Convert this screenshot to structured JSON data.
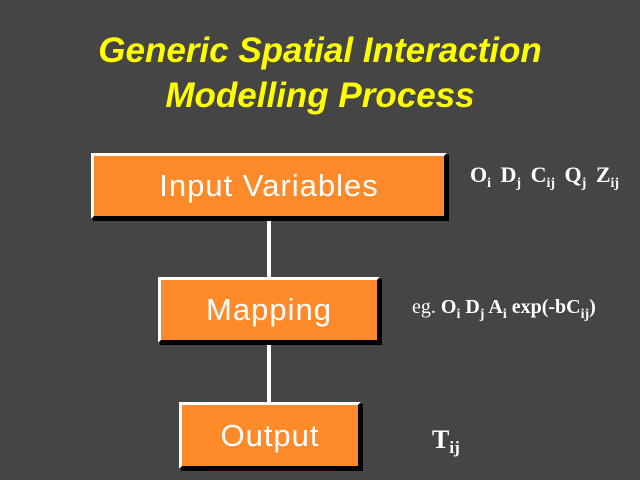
{
  "title": {
    "line1": "Generic Spatial Interaction",
    "line2": "Modelling Process"
  },
  "boxes": {
    "input": "Input Variables",
    "mapping": "Mapping",
    "output": "Output"
  },
  "formulas": {
    "input_terms": [
      {
        "base": "O",
        "sub": "i"
      },
      {
        "base": "D",
        "sub": "j"
      },
      {
        "base": "C",
        "sub": "ij"
      },
      {
        "base": "Q",
        "sub": "j"
      },
      {
        "base": "Z",
        "sub": "ij"
      }
    ],
    "mapping": {
      "prefix": "eg.",
      "t1": "O",
      "s1": "i",
      "t2": "D",
      "s2": "j",
      "t3": "A",
      "s3": "i",
      "t4": "exp(-bC",
      "s4": "ij",
      "t5": ")"
    },
    "output": {
      "base": "T",
      "sub": "ij"
    }
  },
  "colors": {
    "background": "#454545",
    "title": "#ffff00",
    "box_fill": "#ff8a2a",
    "text": "#ffffff"
  }
}
